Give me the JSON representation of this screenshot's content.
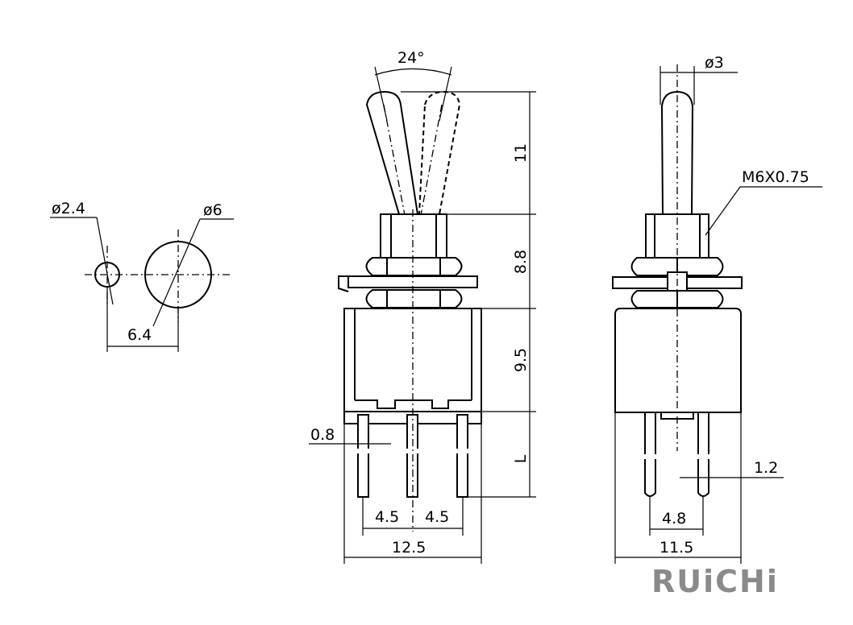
{
  "hole_view": {
    "small_hole_label": "ø2.4",
    "large_hole_label": "ø6",
    "spacing_label": "6.4"
  },
  "front_view": {
    "angle_label": "24°",
    "lever_height_label": "11",
    "bushing_height_label": "8.8",
    "body_height_label": "9.5",
    "terminal_length_label": "L",
    "terminal_thickness_label": "0.8",
    "pitch_left_label": "4.5",
    "pitch_right_label": "4.5",
    "width_label": "12.5"
  },
  "side_view": {
    "lever_diameter_label": "ø3",
    "thread_label": "M6X0.75",
    "terminal_width_label": "1.2",
    "pitch_label": "4.8",
    "width_label": "11.5"
  },
  "brand": {
    "logo_text": "RUiCHi",
    "logo_color": "#8a8a8a"
  }
}
